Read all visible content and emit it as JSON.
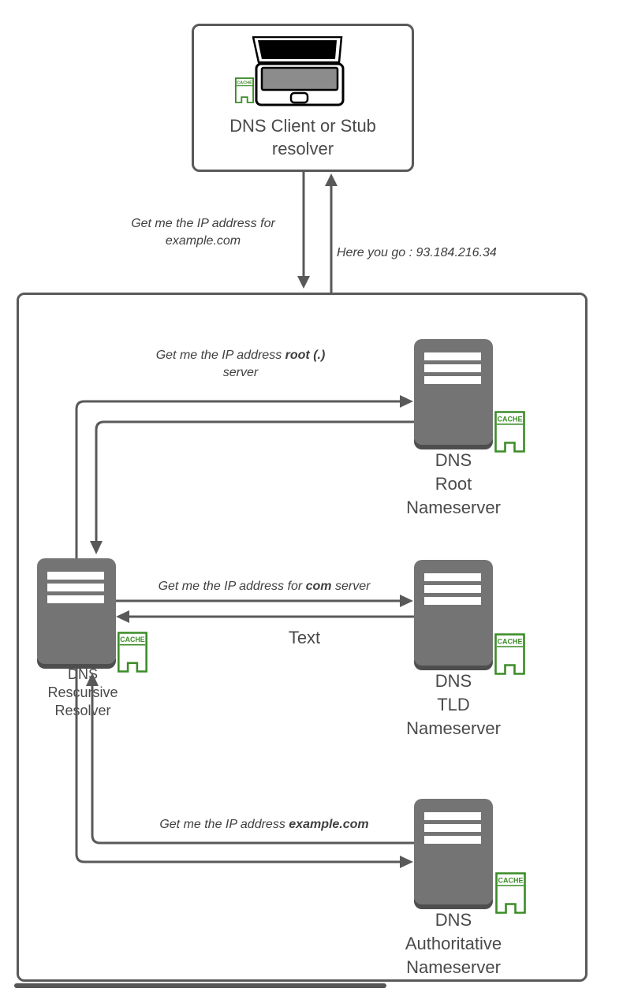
{
  "cache_label": "CACHE",
  "client": {
    "label": "DNS Client or Stub\nresolver"
  },
  "servers": {
    "resolver": {
      "label": "DNS\nRescursive\nResolver"
    },
    "root": {
      "label": "DNS\nRoot\nNameserver"
    },
    "tld": {
      "label": "DNS\nTLD\nNameserver"
    },
    "authoritative": {
      "label": "DNS\nAuthoritative\nNameserver"
    }
  },
  "messages": {
    "client_query": "Get me the IP address for\nexample.com",
    "client_response": "Here you go : 93.184.216.34",
    "root_query": {
      "prefix": "Get me the IP address ",
      "bold": "root (.)",
      "suffix": "\nserver"
    },
    "tld_query": {
      "prefix": "Get me the IP address for ",
      "bold": "com",
      "suffix": " server"
    },
    "tld_response": "Text",
    "auth_query": {
      "prefix": "Get me the IP address ",
      "bold": "example.com",
      "suffix": ""
    }
  },
  "colors": {
    "line": "#595959",
    "server_body": "#747474",
    "server_shadow": "#4e4e4e",
    "cache_green": "#3c8c28",
    "text": "#4a4a4a"
  }
}
